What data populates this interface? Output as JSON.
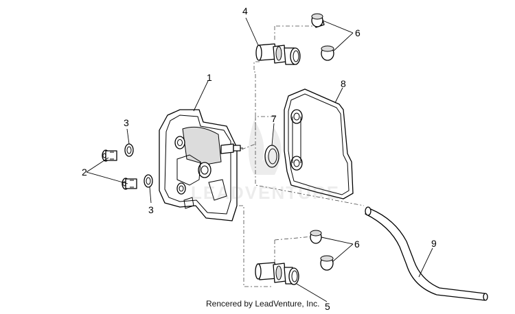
{
  "diagram": {
    "callouts": {
      "c1": "1",
      "c2": "2",
      "c3a": "3",
      "c3b": "3",
      "c4": "4",
      "c5": "5",
      "c6a": "6",
      "c6b": "6",
      "c7": "7",
      "c8": "8",
      "c9": "9"
    }
  },
  "watermark": {
    "text": "LEADVENTURE"
  },
  "footer": {
    "credit": "Rencered by LeadVenture, Inc."
  }
}
